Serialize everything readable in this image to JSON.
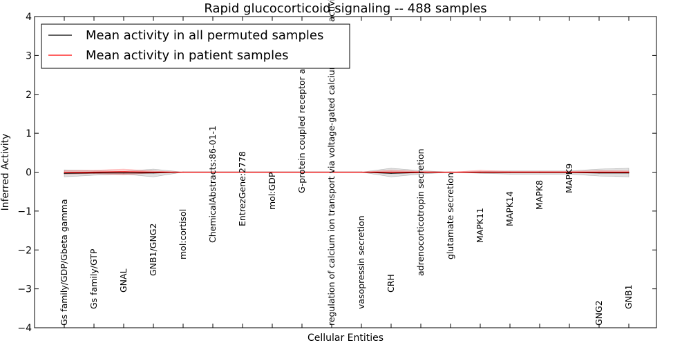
{
  "chart_data": {
    "type": "line",
    "title": "Rapid glucocorticoid signaling -- 488 samples",
    "xlabel": "Cellular Entities",
    "ylabel": "Inferred Activity",
    "ylim": [
      -4,
      4
    ],
    "yticks": [
      "−4",
      "−3",
      "−2",
      "−1",
      "0",
      "1",
      "2",
      "3",
      "4"
    ],
    "grid": false,
    "legend_position": "top-left",
    "categories": [
      "Gs family/GDP/Gbeta gamma",
      "Gs family/GTP",
      "GNAL",
      "GNB1/GNG2",
      "mol:cortisol",
      "ChemicalAbstracts:86-01-1",
      "EntrezGene:2778",
      "mol:GDP",
      "G-protein coupled receptor activity",
      "regulation of calcium ion transport via voltage-gated calcium channel activity",
      "vasopressin secretion",
      "CRH",
      "adrenocorticotropin secretion",
      "glutamate secretion",
      "MAPK11",
      "MAPK14",
      "MAPK8",
      "MAPK9",
      "GNG2",
      "GNB1"
    ],
    "series": [
      {
        "name": "Mean activity in all permuted samples",
        "color": "#000000",
        "values": [
          -0.03,
          -0.02,
          -0.02,
          -0.02,
          0,
          0,
          0,
          0,
          0,
          0,
          0,
          -0.03,
          -0.01,
          0,
          -0.01,
          -0.01,
          -0.01,
          -0.01,
          -0.02,
          -0.02
        ],
        "band_lower": [
          -0.12,
          -0.08,
          -0.05,
          -0.12,
          0,
          0,
          0,
          0,
          0,
          0,
          0,
          -0.12,
          -0.05,
          0,
          -0.03,
          -0.05,
          -0.05,
          -0.05,
          -0.1,
          -0.12
        ],
        "band_upper": [
          0.06,
          0.04,
          0.02,
          0.08,
          0,
          0,
          0,
          0,
          0,
          0,
          0,
          0.1,
          0.04,
          0,
          0.02,
          0.03,
          0.03,
          0.03,
          0.08,
          0.1
        ]
      },
      {
        "name": "Mean activity in patient samples",
        "color": "#ff0000",
        "values": [
          -0.01,
          0,
          0.01,
          0,
          0,
          0,
          0,
          0,
          0,
          0,
          0,
          0,
          0,
          0,
          0,
          0,
          0,
          0,
          0,
          0
        ],
        "band_lower": [
          -0.05,
          -0.04,
          -0.07,
          -0.02,
          0,
          0,
          0,
          0,
          0,
          0,
          0,
          -0.03,
          -0.02,
          0,
          -0.01,
          -0.01,
          -0.01,
          -0.01,
          -0.02,
          -0.02
        ],
        "band_upper": [
          0.04,
          0.05,
          0.08,
          0.03,
          0,
          0,
          0,
          0,
          0,
          0,
          0,
          0.05,
          0.02,
          0,
          0.05,
          0.02,
          0.02,
          0.02,
          0.04,
          0.03
        ]
      }
    ]
  }
}
